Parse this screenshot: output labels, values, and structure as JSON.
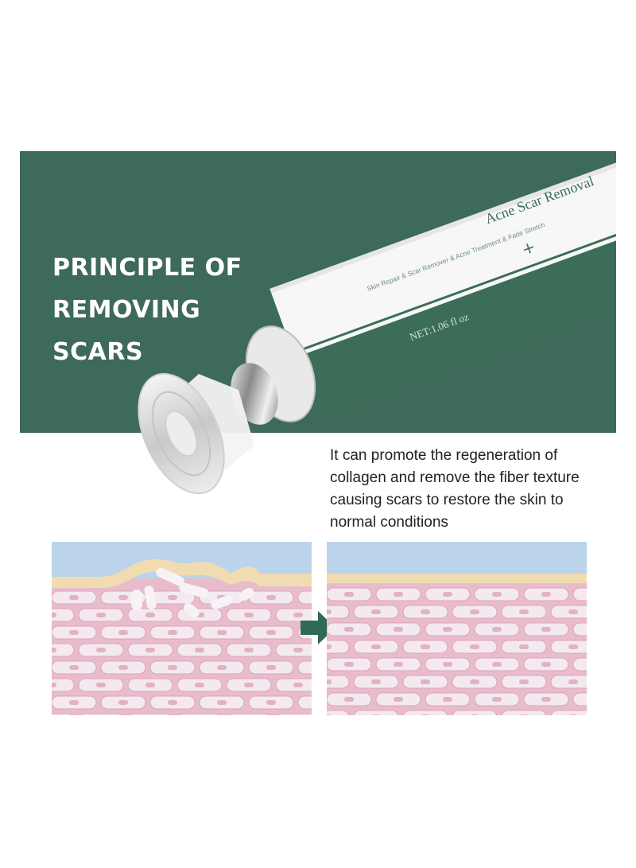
{
  "headline": {
    "line1": "PRINCIPLE OF",
    "line2": "REMOVING",
    "line3": "SCARS"
  },
  "product": {
    "name": "Acne Scar Removal",
    "tagline": "Skin Repair & Scar Remover & Acne Treatment & Fade Stretch",
    "net": "NET:1.06 fl oz",
    "cross_mark": "+"
  },
  "description": {
    "line1": "It can promote the regeneration of",
    "line2": "collagen and remove the fiber texture",
    "line3": "causing scars to restore the skin to",
    "line4": "normal conditions"
  },
  "illustration": {
    "before_label": "scarred-skin-cross-section",
    "after_label": "restored-skin-cross-section",
    "arrow_icon": "right-arrow-icon"
  },
  "colors": {
    "banner_green": "#3e6a5a",
    "tube_green": "#3b6d58",
    "skin_pink": "#e8b9c7",
    "skin_top_blue": "#bcd3ec",
    "arrow_green": "#2e6a54"
  }
}
